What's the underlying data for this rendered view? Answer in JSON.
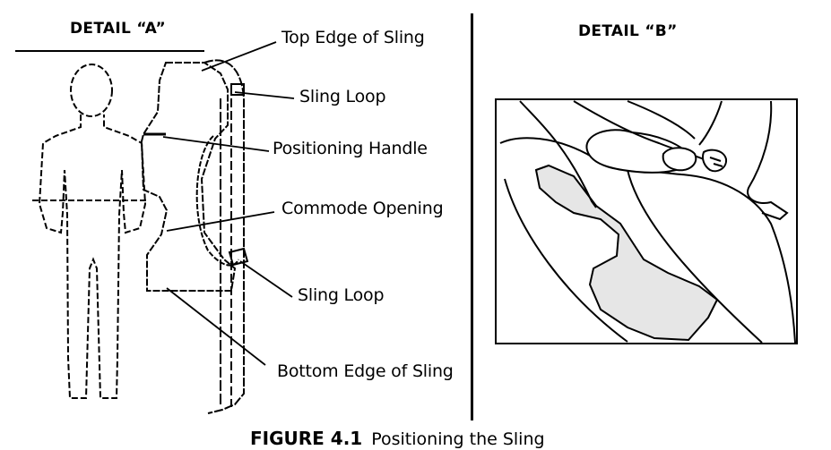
{
  "detail_a": {
    "title": "DETAIL “A”",
    "labels": {
      "top_edge": "Top Edge of Sling",
      "sling_loop_upper": "Sling Loop",
      "positioning_handle": "Positioning Handle",
      "commode_opening": "Commode Opening",
      "sling_loop_lower": "Sling Loop",
      "bottom_edge": "Bottom Edge of Sling"
    }
  },
  "detail_b": {
    "title": "DETAIL “B”"
  },
  "caption": {
    "figure_number": "FIGURE 4.1",
    "text": "Positioning the Sling"
  },
  "colors": {
    "line": "#000000",
    "sling_fill": "#e6e6e6",
    "background": "#ffffff"
  }
}
